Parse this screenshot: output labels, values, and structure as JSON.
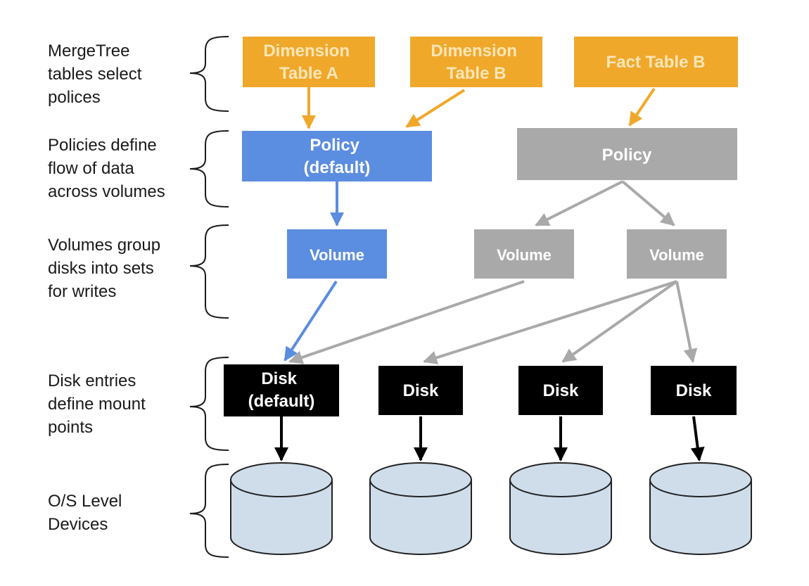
{
  "colors": {
    "table_fill": "#F0A82B",
    "table_text": "#FCE6B7",
    "policy_default_fill": "#5B8DE0",
    "volume_default_fill": "#5B8DE0",
    "policy_default_text": "#FFFFFF",
    "gray_fill": "#A9A9A9",
    "gray_text": "#FFFFFF",
    "disk_fill": "#000000",
    "disk_text": "#FFFFFF",
    "device_fill": "#CFDDEB",
    "device_stroke": "#222222",
    "arrow_orange": "#F0A82B",
    "arrow_blue": "#5B8DE0",
    "arrow_gray": "#A9A9A9",
    "arrow_black": "#000000"
  },
  "row_labels": [
    [
      "MergeTree",
      "tables select",
      "polices"
    ],
    [
      "Policies define",
      "flow of data",
      "across volumes"
    ],
    [
      "Volumes group",
      "disks into sets",
      "for writes"
    ],
    [
      "Disk entries",
      "define  mount",
      "points"
    ],
    [
      "O/S Level",
      "Devices"
    ]
  ],
  "tables": [
    [
      "Dimension",
      "Table A"
    ],
    [
      "Dimension",
      "Table B"
    ],
    [
      "Fact Table B"
    ]
  ],
  "policies": [
    [
      "Policy",
      "(default)"
    ],
    [
      "Policy"
    ]
  ],
  "volumes": [
    [
      "Volume"
    ],
    [
      "Volume"
    ],
    [
      "Volume"
    ]
  ],
  "disks": [
    [
      "Disk",
      "(default)"
    ],
    [
      "Disk"
    ],
    [
      "Disk"
    ],
    [
      "Disk"
    ]
  ]
}
